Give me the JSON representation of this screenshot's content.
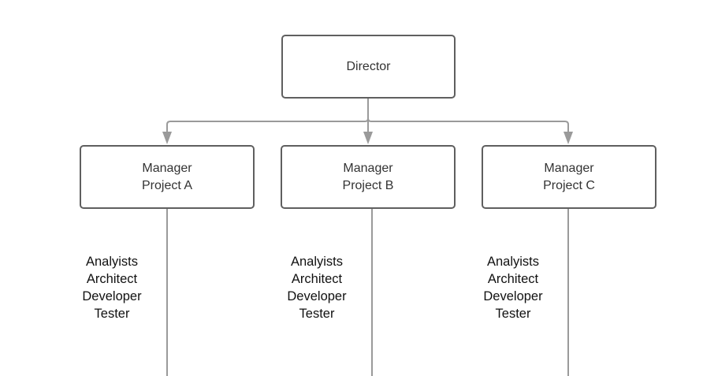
{
  "director": {
    "label": "Director"
  },
  "managers": [
    {
      "line1": "Manager",
      "line2": "Project A"
    },
    {
      "line1": "Manager",
      "line2": "Project B"
    },
    {
      "line1": "Manager",
      "line2": "Project C"
    }
  ],
  "teams": [
    [
      "Analyists",
      "Architect",
      "Developer",
      "Tester"
    ],
    [
      "Analyists",
      "Architect",
      "Developer",
      "Tester"
    ],
    [
      "Analyists",
      "Architect",
      "Developer",
      "Tester"
    ]
  ],
  "colors": {
    "connector": "#9a9a9a",
    "box_border": "#5f5f5f"
  }
}
